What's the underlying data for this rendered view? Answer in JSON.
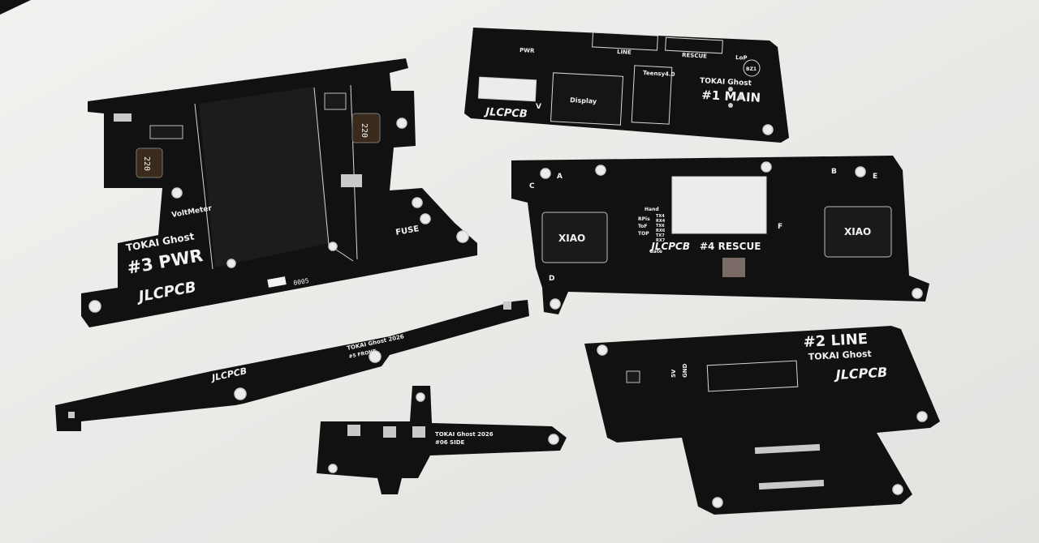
{
  "colors": {
    "background": "#ececea",
    "board": "#111111",
    "silkscreen": "#f2f2f2",
    "pads": "#c9c9c9"
  },
  "boards": {
    "main": {
      "team": "TOKAI Ghost",
      "title": "#1 MAIN",
      "brand": "JLCPCB",
      "labels": [
        "PWR",
        "LINE",
        "RESCUE",
        "LoP",
        "Teensy4.0",
        "Display",
        "V",
        "BZ1"
      ]
    },
    "pwr": {
      "team": "TOKAI Ghost",
      "title": "#3 PWR",
      "brand": "JLCPCB",
      "labels": [
        "VoltMeter",
        "FUSE",
        "220",
        "220",
        "0005"
      ]
    },
    "rescue": {
      "title": "#4 RESCUE",
      "brand": "JLCPCB",
      "chip_left": "XIAO",
      "chip_right": "XIAO",
      "labels": [
        "A",
        "B",
        "C",
        "D",
        "E",
        "F",
        "Hand",
        "Gate"
      ],
      "pin_labels": [
        "RPis",
        "ToF",
        "TOP",
        "TX4",
        "RX4",
        "TX6",
        "RX6",
        "TX7",
        "RX7"
      ]
    },
    "front": {
      "team": "TOKAI Ghost 2026",
      "title": "#5 FRONT",
      "brand": "JLCPCB"
    },
    "side": {
      "team": "TOKAI Ghost 2026",
      "title": "#06 SIDE"
    },
    "line": {
      "title": "#2 LINE",
      "team": "TOKAI Ghost",
      "brand": "JLCPCB",
      "labels": [
        "5V",
        "GND"
      ]
    }
  }
}
